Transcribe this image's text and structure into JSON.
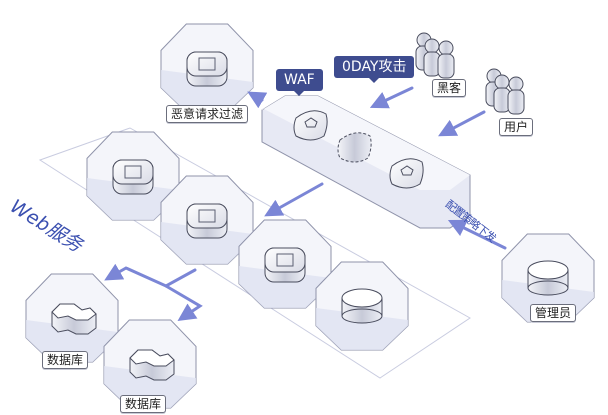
{
  "diagram": {
    "title": "WAF Web应用防护部署示意",
    "colors": {
      "accent": "#3e4c8f",
      "arrow": "#7b86d6",
      "hex_fill": "#eef0f8",
      "hex_stroke": "#8f93aa",
      "web_text": "#3a4fb0",
      "zone_line": "#c9cce0"
    },
    "callouts": {
      "waf": "WAF",
      "attack": "0DAY攻击"
    },
    "actors": {
      "hacker": {
        "label": "黑客",
        "icon": "people-group-icon"
      },
      "user": {
        "label": "用户",
        "icon": "people-group-icon"
      },
      "admin": {
        "label": "管理员",
        "icon": "user-icon"
      }
    },
    "nodes": {
      "filter": {
        "label": "恶意请求过滤",
        "icon": "document-icon"
      },
      "waf_shields": [
        {
          "icon": "shield-icon",
          "state": "active"
        },
        {
          "icon": "shield-icon",
          "state": "dashed"
        },
        {
          "icon": "shield-icon",
          "state": "active"
        }
      ],
      "web_zone_label": "Web服务",
      "web_servers": [
        {
          "icon": "document-icon"
        },
        {
          "icon": "bank-icon"
        },
        {
          "icon": "yen-icon"
        },
        {
          "icon": "globe-icon"
        }
      ],
      "databases": [
        {
          "label": "数据库",
          "icon": "database-cluster-icon"
        },
        {
          "label": "数据库",
          "icon": "database-cluster-icon"
        }
      ]
    },
    "edges": {
      "policy_label": "配置策略下发",
      "list": [
        {
          "from": "hacker",
          "to": "waf",
          "label": "0DAY攻击"
        },
        {
          "from": "user",
          "to": "waf"
        },
        {
          "from": "waf",
          "to": "filter"
        },
        {
          "from": "waf",
          "to": "web_services"
        },
        {
          "from": "web_services",
          "to": "databases"
        },
        {
          "from": "admin",
          "to": "waf",
          "label": "配置策略下发"
        }
      ]
    }
  }
}
